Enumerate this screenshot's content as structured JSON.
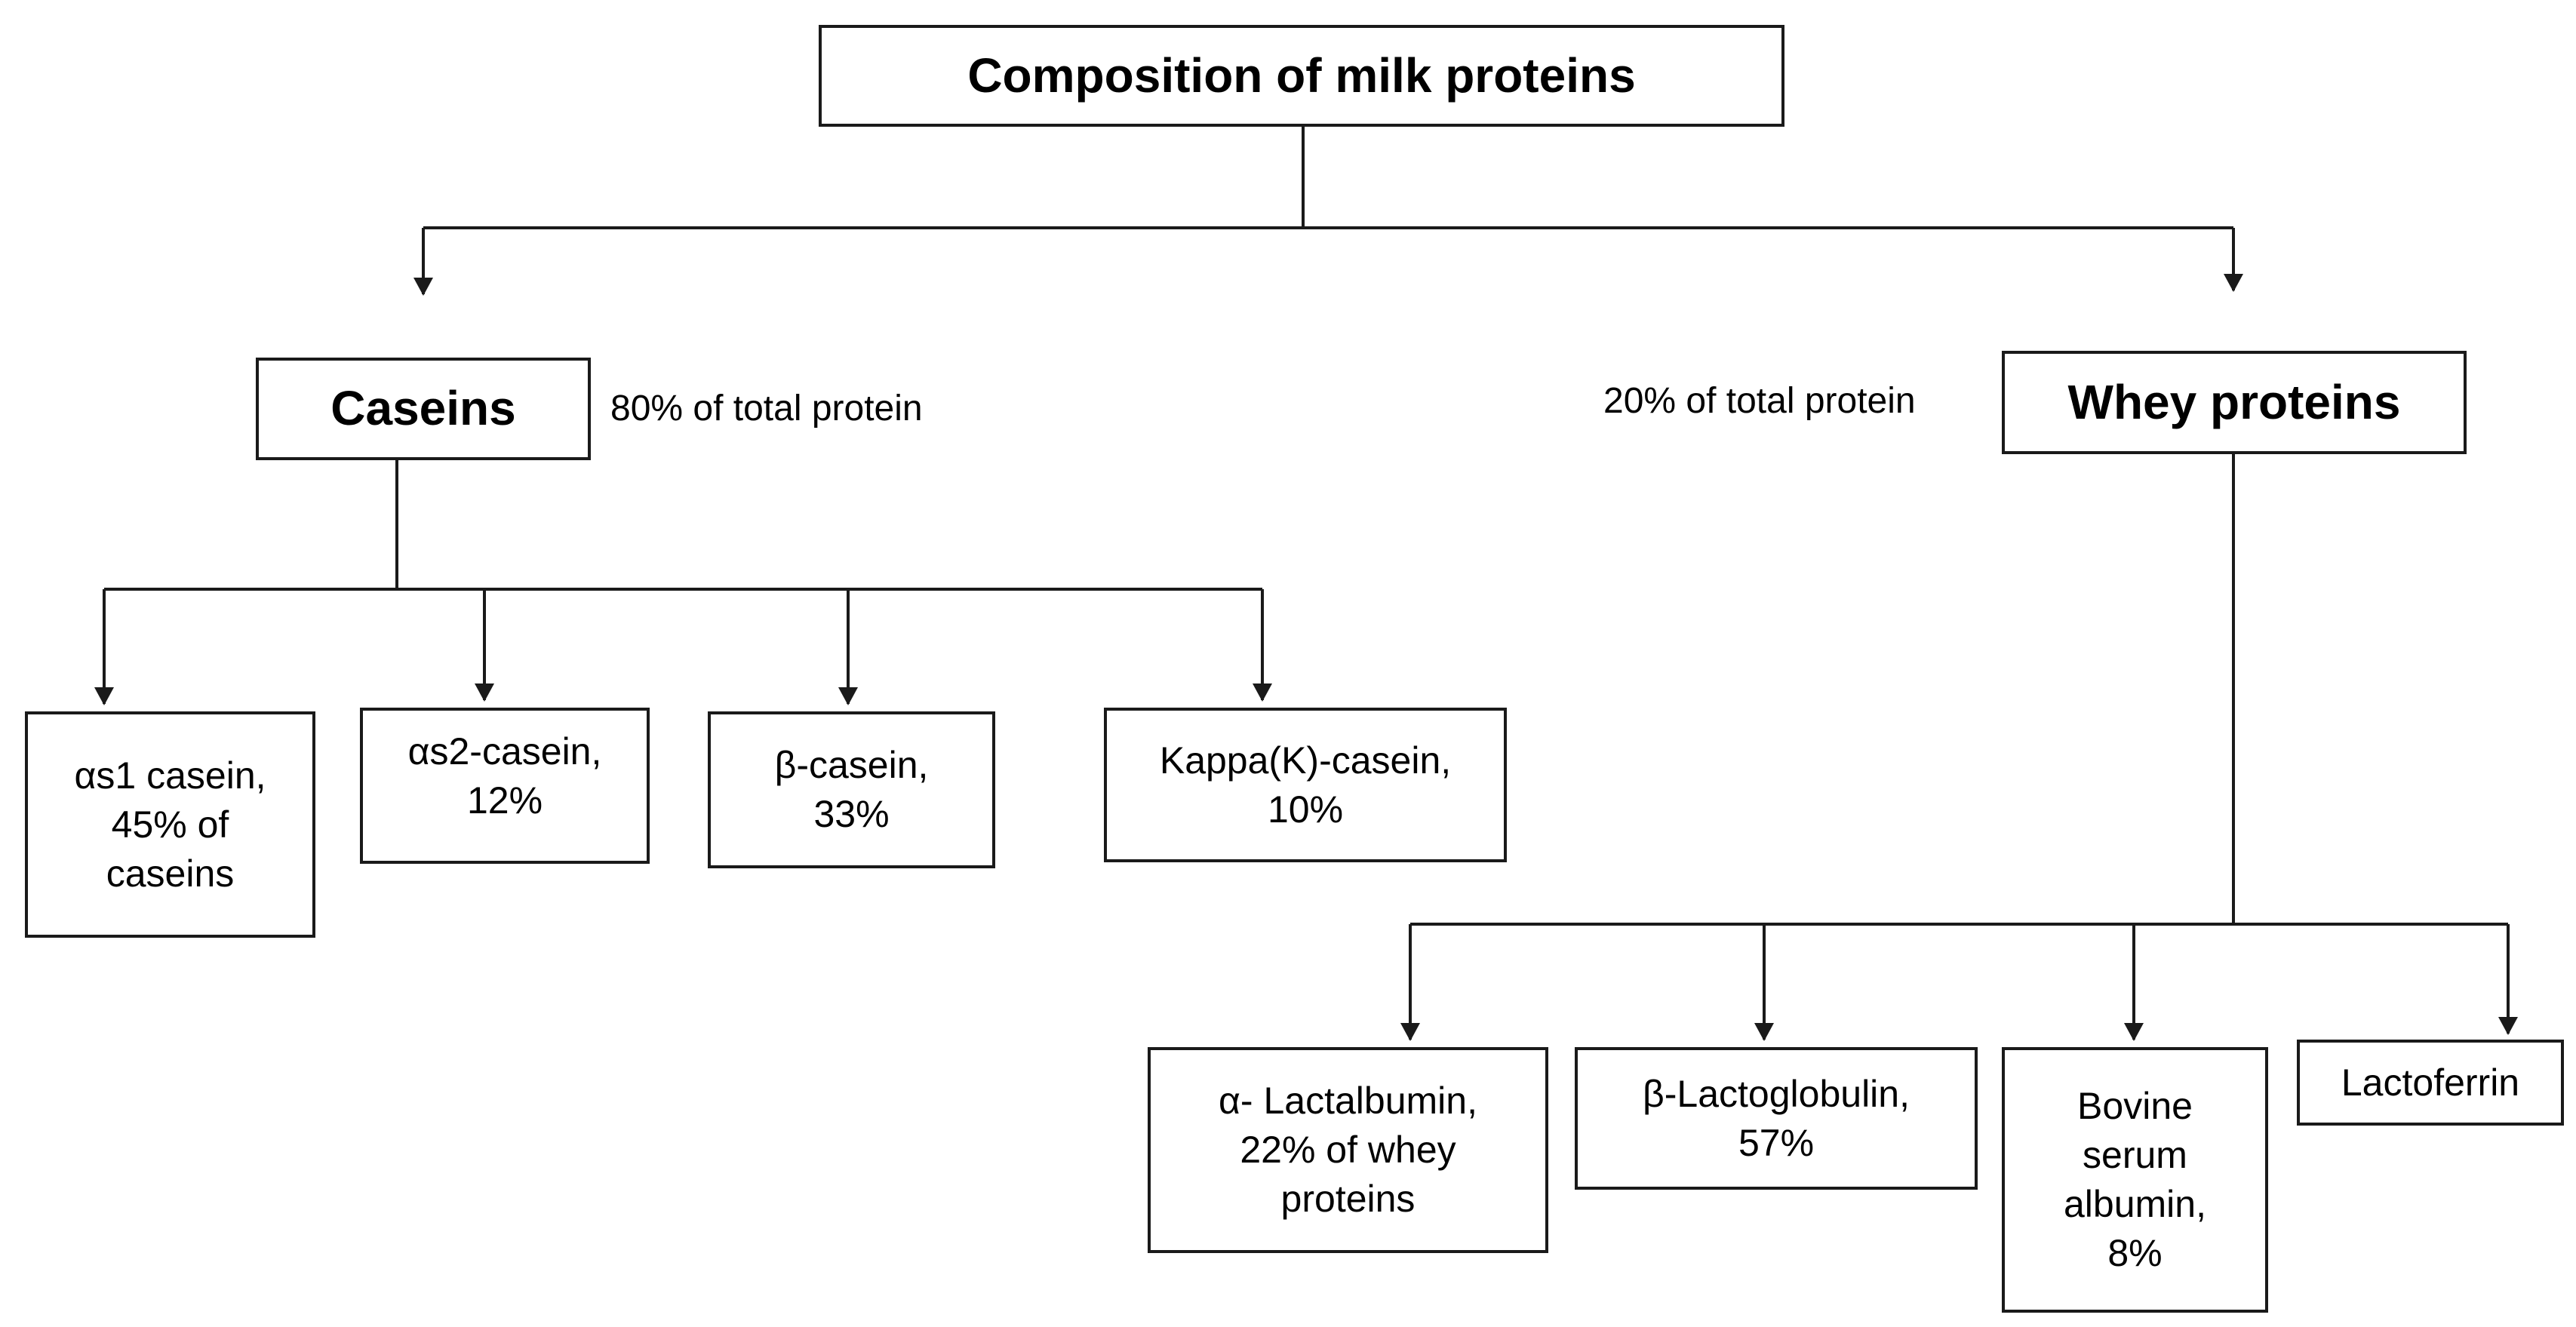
{
  "title": "Composition of milk proteins",
  "caseins": {
    "label": "Caseins",
    "share": "80% of total protein",
    "children": [
      {
        "line1": "αs1 casein,",
        "line2": "45% of",
        "line3": "caseins"
      },
      {
        "line1": "αs2-casein,",
        "line2": "12%"
      },
      {
        "line1": "β-casein,",
        "line2": "33%"
      },
      {
        "line1": "Kappa(K)-casein,",
        "line2": "10%"
      }
    ]
  },
  "whey": {
    "label": "Whey proteins",
    "share": "20% of total protein",
    "children": [
      {
        "line1": "α- Lactalbumin,",
        "line2": "22% of whey",
        "line3": "proteins"
      },
      {
        "line1": "β-Lactoglobulin,",
        "line2": "57%"
      },
      {
        "line1": "Bovine",
        "line2": "serum",
        "line3": "albumin,",
        "line4": "8%"
      },
      {
        "line1": "Lactoferrin"
      }
    ]
  },
  "colors": {
    "line": "#1a1a1a",
    "box_border": "#1a1a1a",
    "background": "#ffffff"
  }
}
